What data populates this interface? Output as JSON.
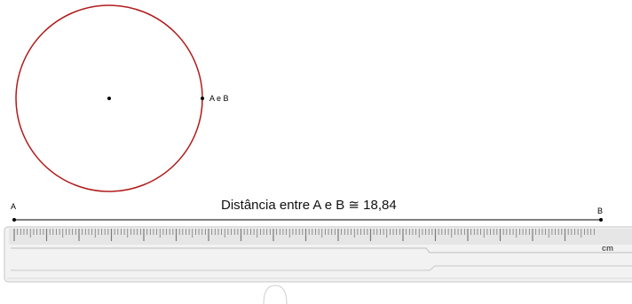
{
  "labels": {
    "circle_point": "A e B",
    "point_a": "A",
    "point_b": "B",
    "distance_prefix": "Distância entre A e B ≅ ",
    "distance_value": "18,84",
    "ruler_unit": "cm"
  },
  "colors": {
    "circle_stroke": "#b11a1a",
    "segment": "#000000",
    "ruler_body": "#f2f2f2",
    "ruler_edge": "#c4c4c4",
    "ruler_ticks": "#7a7a7a"
  },
  "ruler": {
    "divisions_per_unit": 10
  },
  "widgets": {
    "rotation_handle": "rotate-handle-icon"
  }
}
